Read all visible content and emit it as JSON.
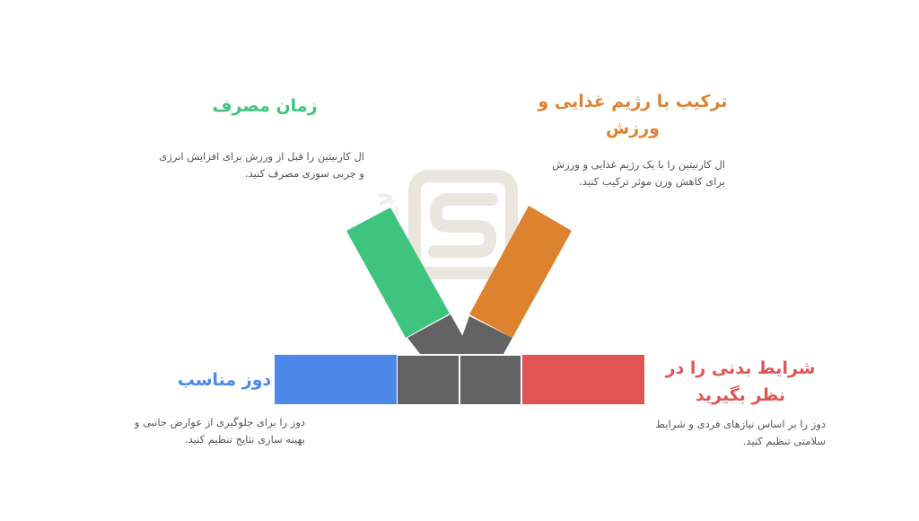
{
  "colors": {
    "green": "#3fc480",
    "orange": "#dd8330",
    "blue": "#4c89e8",
    "red": "#e05553",
    "connector": "#636363",
    "watermark": "#e2e0d6"
  },
  "watermark": {
    "icon": "stylized-s-logo-icon"
  },
  "callouts": {
    "timing": {
      "title": "زمان مصرف",
      "desc": "ال کارنیتین را قبل از ورزش برای افزایش انرژی و چربی سوزی مصرف کنید.",
      "color": "#3fc480"
    },
    "diet": {
      "title": "ترکیب با رژیم غذایی و ورزش",
      "desc": "ال کارنیتین را با یک رژیم غذایی و ورزش برای کاهش وزن موثر ترکیب کنید.",
      "color": "#dd8330"
    },
    "dose": {
      "title": "دوز مناسب",
      "desc": "دوز را برای جلوگیری از عوارض جانبی و بهینه سازی نتایج تنظیم کنید.",
      "color": "#4c89e8"
    },
    "conditions": {
      "title": "شرایط بدنی را در نظر بگیرید",
      "desc": "دوز را بر اساس نیازهای فردی و شرایط سلامتی تنظیم کنید.",
      "color": "#e05553"
    }
  }
}
